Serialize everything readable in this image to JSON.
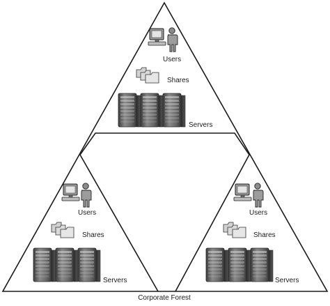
{
  "caption": "Corporate Forest",
  "domains": [
    {
      "users_label": "Users",
      "shares_label": "Shares",
      "servers_label": "Servers",
      "icons": [
        "computer-icon",
        "person-icon",
        "folder-icon",
        "server-icon"
      ]
    },
    {
      "users_label": "Users",
      "shares_label": "Shares",
      "servers_label": "Servers",
      "icons": [
        "computer-icon",
        "person-icon",
        "folder-icon",
        "server-icon"
      ]
    },
    {
      "users_label": "Users",
      "shares_label": "Shares",
      "servers_label": "Servers",
      "icons": [
        "computer-icon",
        "person-icon",
        "folder-icon",
        "server-icon"
      ]
    }
  ],
  "colors": {
    "outline": "#1a1a1a",
    "server_dark": "#4a4a4a",
    "server_mid": "#7a7a7a",
    "server_light": "#b5b5b5",
    "folder": "#cfcfcf"
  }
}
